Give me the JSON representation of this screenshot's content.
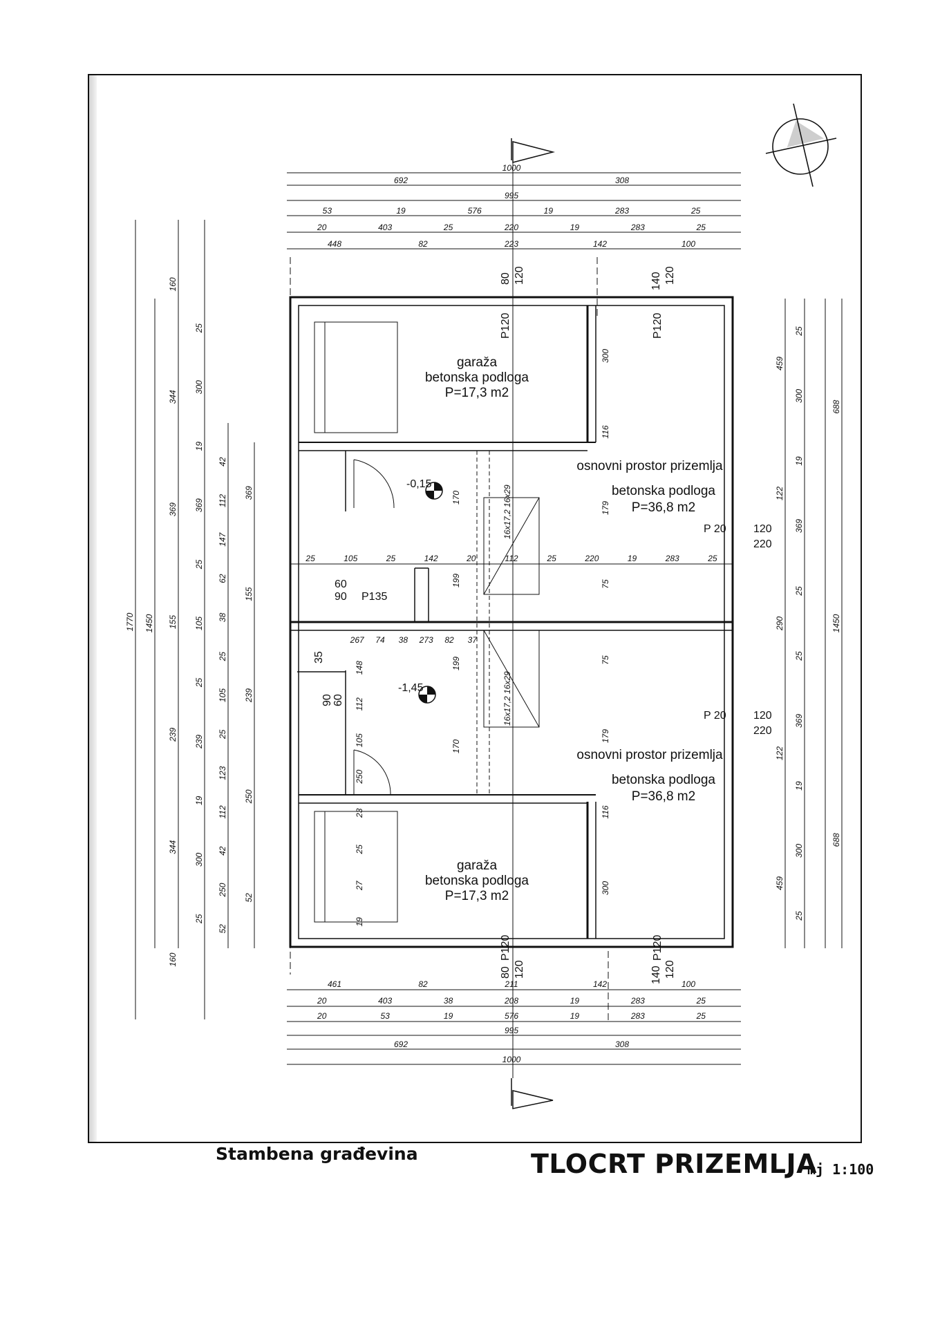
{
  "drawing": {
    "footer_left": "Stambena građevina",
    "footer_title": "TLOCRT PRIZEMLJA",
    "footer_scale": "mj 1:100"
  },
  "rooms": {
    "garage_top": [
      "garaža",
      "betonska podloga",
      "P=17,3 m2"
    ],
    "main_top": [
      "osnovni prostor prizemlja",
      "betonska podloga",
      "P=36,8 m2"
    ],
    "main_bottom": [
      "osnovni prostor prizemlja",
      "betonska podloga",
      "P=36,8 m2"
    ],
    "garage_bottom": [
      "garaža",
      "betonska podloga",
      "P=17,3 m2"
    ]
  },
  "levels": {
    "upper": "-0,15",
    "lower": "-1,45"
  },
  "openings": {
    "p120": "P120",
    "p20": "P 20",
    "p135": "P135",
    "w80": "80",
    "w120": "120",
    "w140": "140",
    "w220": "220",
    "w60": "60",
    "w90": "90",
    "w35": "35"
  },
  "stair_label": "16x17,2 16x29",
  "dims_top": {
    "r1": [
      "1000"
    ],
    "r2": [
      "692",
      "308"
    ],
    "r3": [
      "995"
    ],
    "r4": [
      "53",
      "19",
      "576",
      "19",
      "283",
      "25"
    ],
    "r5": [
      "20",
      "403",
      "25",
      "220",
      "19",
      "283",
      "25"
    ],
    "r6": [
      "448",
      "82",
      "223",
      "142",
      "100"
    ]
  },
  "dims_bottom": {
    "r1": [
      "461",
      "82",
      "211",
      "142",
      "100"
    ],
    "r2": [
      "20",
      "403",
      "38",
      "208",
      "19",
      "283",
      "25"
    ],
    "r3": [
      "20",
      "53",
      "19",
      "576",
      "19",
      "283",
      "25"
    ],
    "r4": [
      "995"
    ],
    "r5": [
      "692",
      "308"
    ],
    "r6": [
      "1000"
    ]
  },
  "dims_left": {
    "c1": [
      "1770"
    ],
    "c2": [
      "1450"
    ],
    "c3": [
      "160",
      "344",
      "369",
      "155",
      "239",
      "344",
      "160"
    ],
    "c4": [
      "25",
      "300",
      "19",
      "369",
      "25",
      "105",
      "25",
      "239",
      "19",
      "300",
      "25"
    ],
    "c5": [
      "42",
      "112",
      "147",
      "62",
      "38",
      "25",
      "105",
      "25",
      "123",
      "112",
      "42",
      "250",
      "52"
    ],
    "c6": [
      "369",
      "155",
      "239",
      "250",
      "52"
    ]
  },
  "dims_right": {
    "c1": [
      "459",
      "122",
      "290",
      "122",
      "459"
    ],
    "c2": [
      "25",
      "300",
      "19",
      "369",
      "25",
      "25",
      "369",
      "19",
      "300",
      "25"
    ],
    "c3": [
      "688",
      "1450",
      "688"
    ]
  },
  "dims_interior": {
    "row_mid": [
      "25",
      "105",
      "25",
      "142",
      "20",
      "112",
      "25",
      "220",
      "19",
      "283",
      "25"
    ],
    "mid_small": [
      "267",
      "74",
      "38",
      "273",
      "82",
      "37"
    ],
    "verticals": [
      "170",
      "199",
      "199",
      "170",
      "300",
      "116",
      "179",
      "75",
      "75",
      "179",
      "116",
      "300",
      "148",
      "112",
      "105",
      "250",
      "23",
      "25",
      "27",
      "19"
    ]
  }
}
